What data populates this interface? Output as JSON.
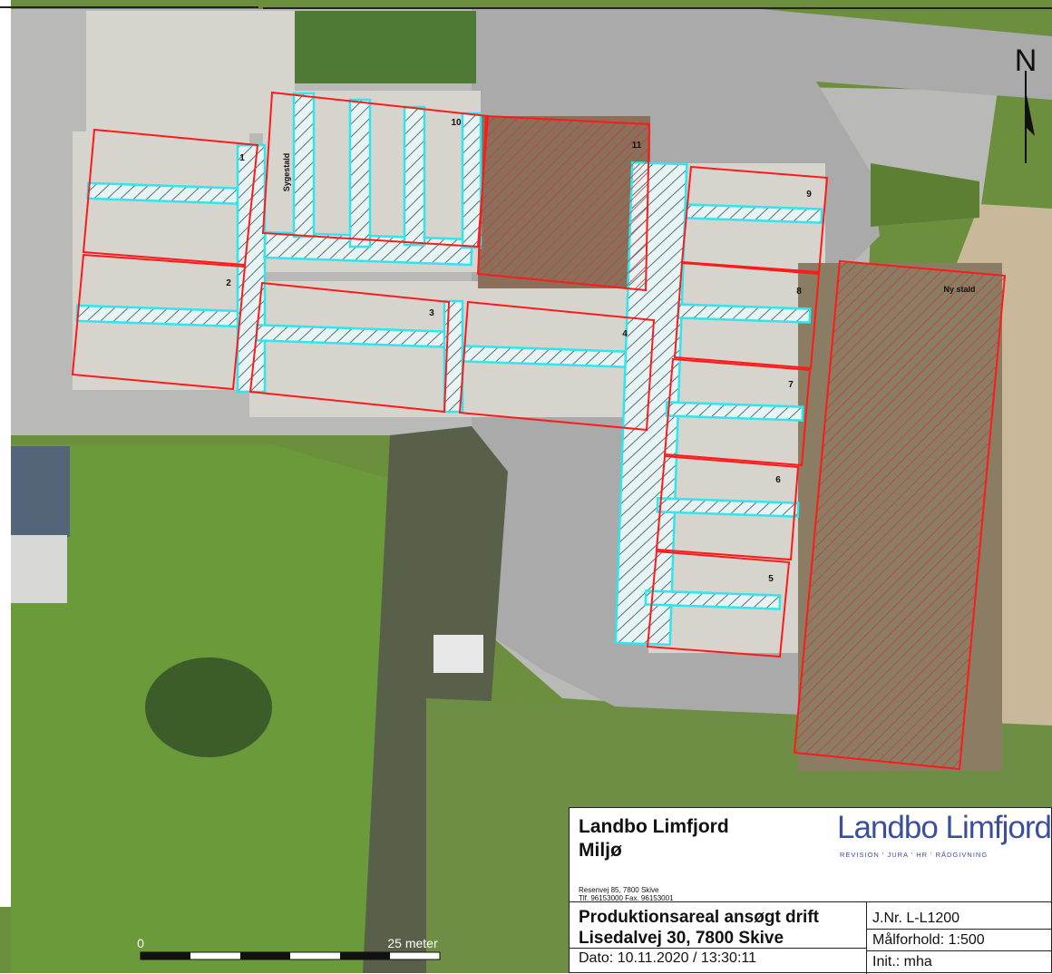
{
  "map": {
    "north_label": "N",
    "scale_bar": {
      "start_label": "0",
      "end_label": "25 meter"
    },
    "labels": {
      "sygestald": "Sygestald",
      "ny_stald": "Ny stald",
      "b1": "1",
      "b2": "2",
      "b3": "3",
      "b4": "4",
      "b5": "5",
      "b6": "6",
      "b7": "7",
      "b8": "8",
      "b9": "9",
      "b10": "10",
      "b11": "11"
    },
    "colors": {
      "outline": "#ff1a1a",
      "hatch_cyan": "#2ee6ee",
      "hatch_red": "#c83c3c"
    }
  },
  "titleblock": {
    "org_line1": "Landbo Limfjord",
    "org_line2": "Miljø",
    "address_line1": "Resenvej 85, 7800 Skive",
    "address_line2": "Tlf. 96153000 Fax. 96153001",
    "logo_text": "Landbo Limfjord",
    "logo_tagline": "REVISION ' JURA ' HR ' RÅDGIVNING",
    "title": "Produktionsareal ansøgt drift",
    "location": "Lisedalvej 30, 7800 Skive",
    "date": "Dato: 10.11.2020 / 13:30:11",
    "jnr": "J.Nr. L-L1200",
    "scale": "Målforhold: 1:500",
    "init": "Init.: mha"
  }
}
